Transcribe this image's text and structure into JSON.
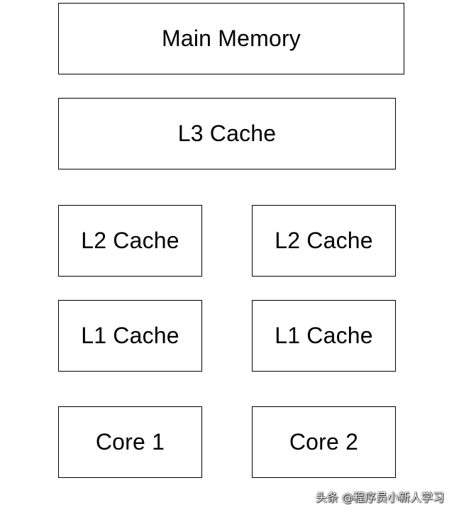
{
  "diagram": {
    "main_memory": "Main Memory",
    "l3_cache": "L3 Cache",
    "l2_cache_left": "L2 Cache",
    "l2_cache_right": "L2 Cache",
    "l1_cache_left": "L1 Cache",
    "l1_cache_right": "L1 Cache",
    "core_1": "Core 1",
    "core_2": "Core 2"
  },
  "watermark": "头条 @程序员小新人学习"
}
